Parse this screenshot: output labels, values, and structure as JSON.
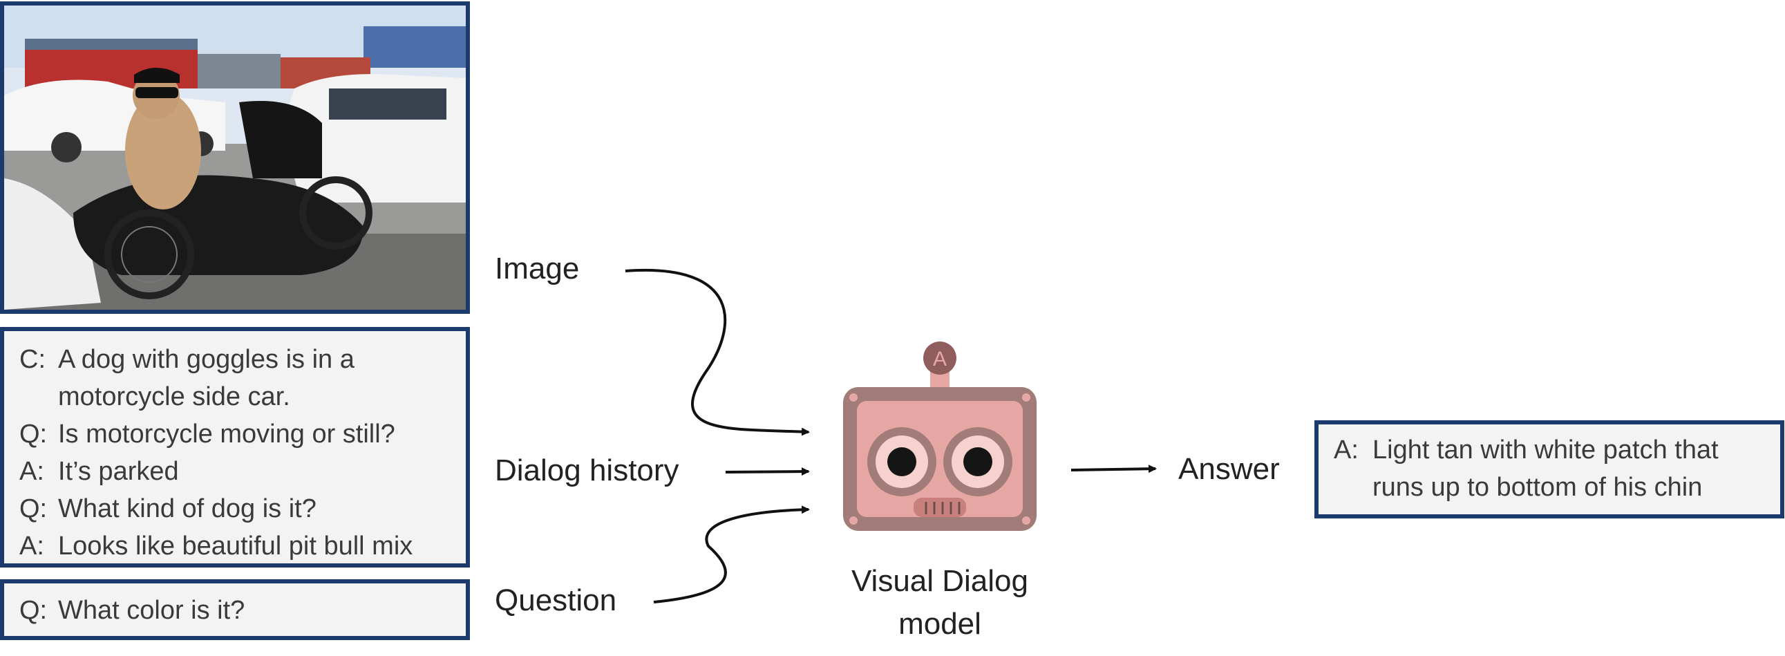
{
  "inputs": {
    "image_label": "Image",
    "history_label": "Dialog history",
    "question_label": "Question"
  },
  "history": [
    {
      "speaker": "C:",
      "text": "A dog with goggles is in a"
    },
    {
      "speaker": "",
      "text": "motorcycle side car."
    },
    {
      "speaker": "Q:",
      "text": "Is motorcycle moving or still?"
    },
    {
      "speaker": "A:",
      "text": "It’s parked"
    },
    {
      "speaker": "Q:",
      "text": "What kind of dog is it?"
    },
    {
      "speaker": "A:",
      "text": "Looks like beautiful pit bull mix"
    }
  ],
  "question": {
    "speaker": "Q:",
    "text": "What color is it?"
  },
  "model": {
    "line1": "Visual Dialog",
    "line2": "model",
    "badge": "A"
  },
  "output": {
    "label": "Answer",
    "speaker": "A:",
    "line1": "Light tan with white patch that",
    "line2": "runs up to bottom of his chin"
  },
  "colors": {
    "panel_border": "#1c3a6b",
    "panel_fill": "#f3f3f4",
    "robot_frame": "#a17c79",
    "robot_face": "#e6a7a4"
  }
}
